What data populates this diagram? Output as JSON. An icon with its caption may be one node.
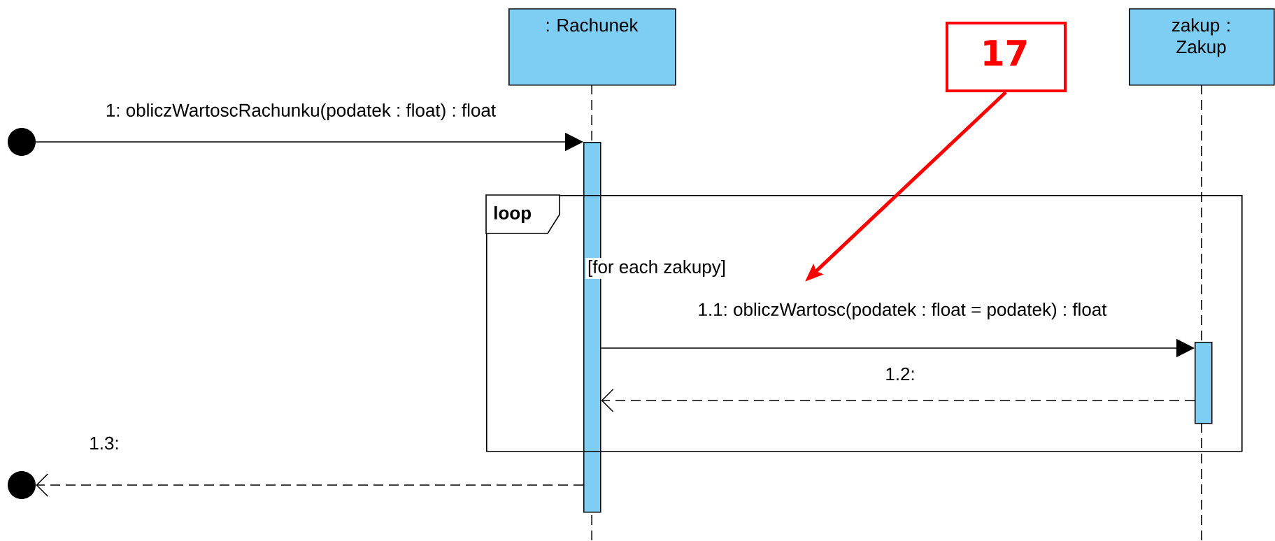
{
  "diagram": {
    "nodes": [
      {
        "text": [
          ": Rachunek"
        ]
      },
      {
        "text": [
          "zakup : Zakup"
        ]
      },
      {
        "text": [],
        "shape": "circle"
      },
      {
        "text": [],
        "shape": "circle"
      },
      {
        "text": [],
        "shape": "bar"
      },
      {
        "text": [],
        "shape": "bar",
        "in": 6
      },
      {
        "text": [
          "loop",
          "[for each zakupy]"
        ]
      },
      {
        "text": [
          "17"
        ]
      }
    ],
    "edges": [
      {
        "from": 2,
        "to": 4,
        "arrow": "to",
        "label": "1: obliczWartoscRachunku(podatek : float) : float"
      },
      {
        "from": 4,
        "to": 5,
        "arrow": "to",
        "label": "1.1: obliczWartosc(podatek : float = podatek) : float"
      },
      {
        "from": 5,
        "to": 4,
        "arrow": "to",
        "label": "1.2:",
        "style": "dashed"
      },
      {
        "from": 4,
        "to": 3,
        "arrow": "to",
        "label": "1.3:",
        "style": "dashed"
      },
      {
        "from": 7,
        "to": null,
        "arrow": "to",
        "style": "thick",
        "color": "#ff0000"
      }
    ]
  }
}
